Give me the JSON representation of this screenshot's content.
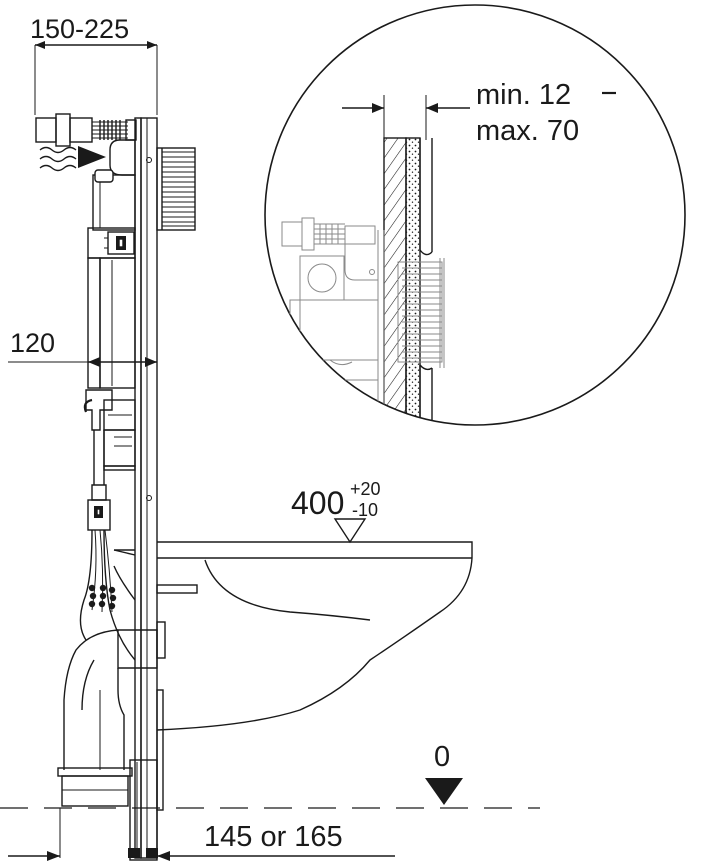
{
  "dimensions": {
    "top_width": "150-225",
    "frame_depth": "120",
    "wall_min": "min. 12",
    "wall_max": "max. 70",
    "seat_height_base": "400",
    "seat_height_plus": "+20",
    "seat_height_minus": "-10",
    "floor_level": "0",
    "bottom_offset": "145 or 165"
  },
  "colors": {
    "ink": "#1a1a1a",
    "grey": "#8a8a8a",
    "background": "#ffffff"
  }
}
